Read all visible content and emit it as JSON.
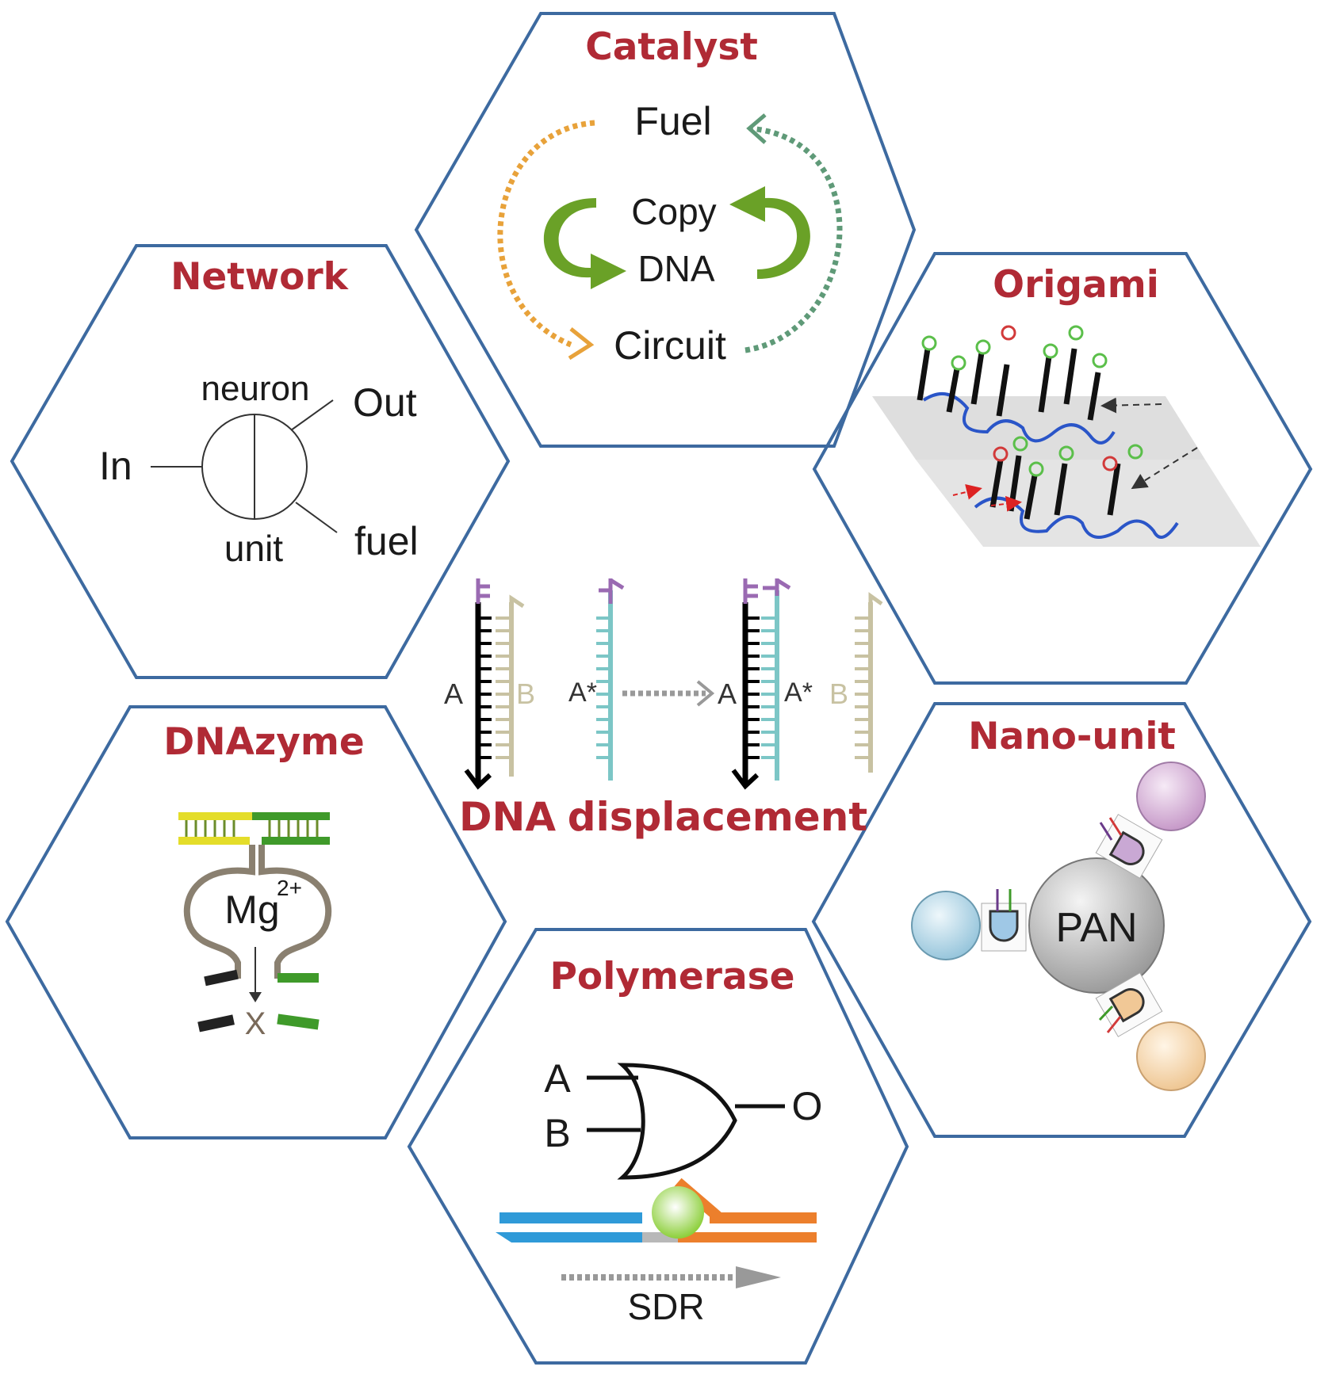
{
  "colors": {
    "title": "#b02a35",
    "hexagon_border": "#3d6aa0",
    "arrow_orange": "#e8a23a",
    "arrow_teal": "#5f9a78",
    "green_arrow": "#6aa127",
    "strand_black": "#000000",
    "strand_tan": "#c8c2a2",
    "strand_teal": "#7cc6c6",
    "toehold_purple": "#9a6ab2",
    "origami_blue": "#2a55c8",
    "sdr_blue": "#2f9ad8",
    "sdr_orange": "#ec7f2c",
    "pan_gray": "#bdbdbd"
  },
  "panels": {
    "catalyst": {
      "title": "Catalyst",
      "fuel": "Fuel",
      "copy": "Copy",
      "dna": "DNA",
      "circuit": "Circuit"
    },
    "network": {
      "title": "Network",
      "neuron": "neuron",
      "out": "Out",
      "in": "In",
      "unit": "unit",
      "fuel": "fuel"
    },
    "origami": {
      "title": "Origami"
    },
    "dnazyme": {
      "title": "DNAzyme",
      "mg": "Mg",
      "charge": "2+",
      "cleave": "X"
    },
    "nano_unit": {
      "title": "Nano-unit",
      "core": "PAN"
    },
    "polymerase": {
      "title": "Polymerase",
      "input_a": "A",
      "input_b": "B",
      "output": "O",
      "sdr": "SDR"
    },
    "center": {
      "label_a": "A",
      "label_b": "B",
      "label_astar": "A*",
      "label_a2": "A",
      "label_astar2": "A*",
      "label_b2": "B",
      "caption_1": "DNA",
      "caption_2": "displacement"
    }
  }
}
